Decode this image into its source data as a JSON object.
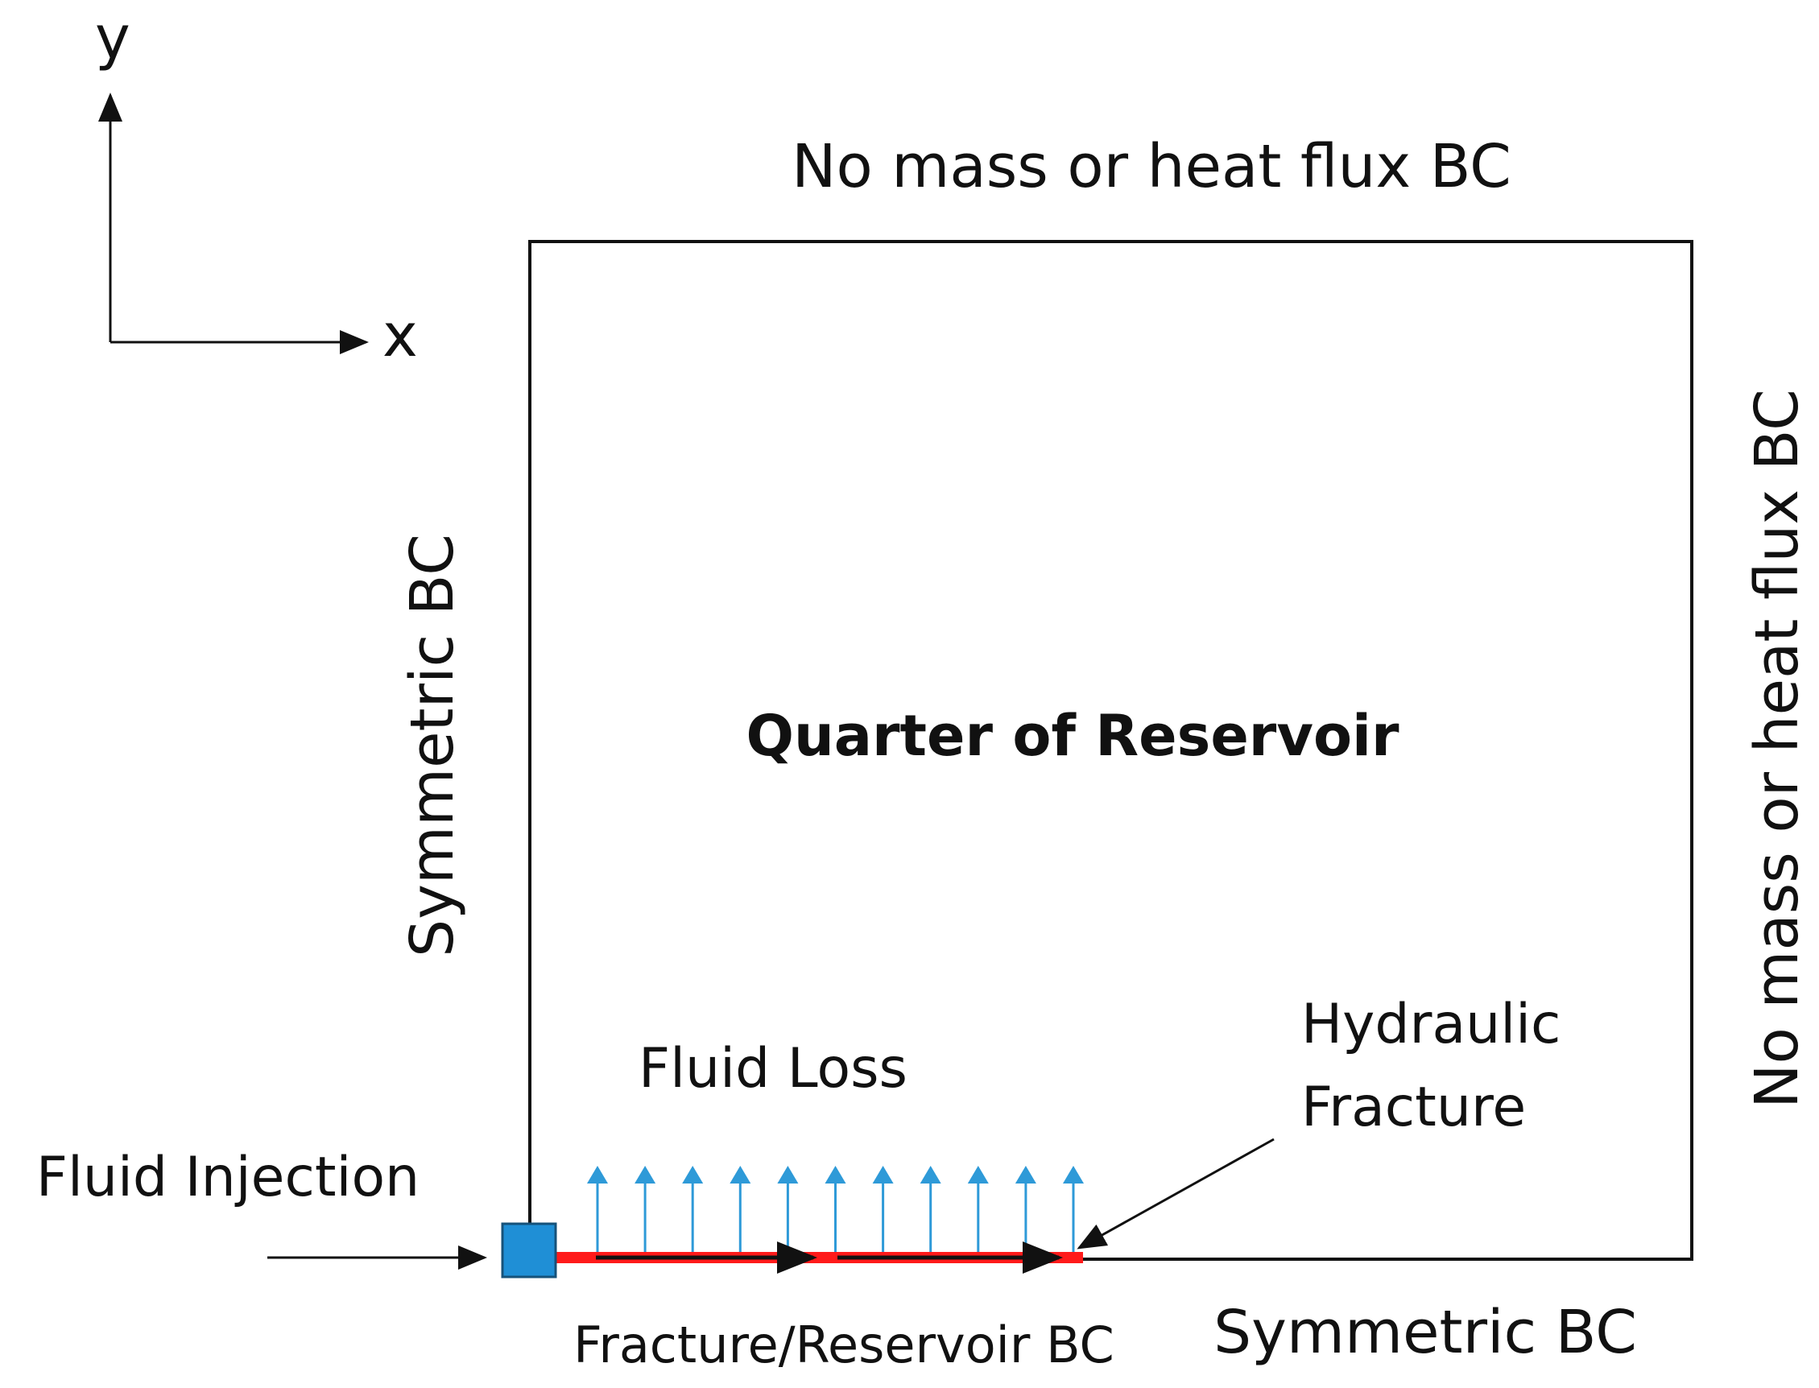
{
  "axes": {
    "x_label": "x",
    "y_label": "y"
  },
  "boundaries": {
    "top": "No mass or heat flux BC",
    "right": "No mass or heat flux BC",
    "left": "Symmetric BC",
    "bottom": "Symmetric BC"
  },
  "domain_label": "Quarter of Reservoir",
  "fluid_loss_label": "Fluid Loss",
  "fluid_injection_label": "Fluid Injection",
  "hydraulic_fracture_label": [
    "Hydraulic",
    "Fracture"
  ],
  "fracture_reservoir_label": "Fracture/Reservoir BC",
  "fluid_loss_arrow_count": 11,
  "colors": {
    "outline": "#111111",
    "fracture": "#ff1a1a",
    "fluid_loss_arrows": "#2e9ad8",
    "injection_box": "#1f8fd6",
    "injection_box_border": "#16527a"
  }
}
